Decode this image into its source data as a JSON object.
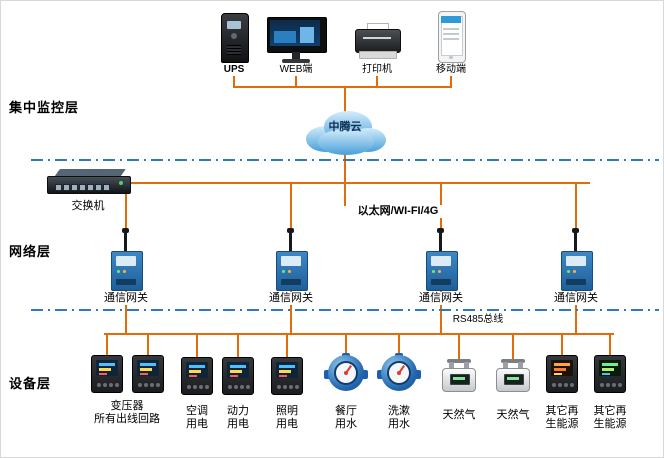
{
  "layers": {
    "monitoring": "集中监控层",
    "network": "网络层",
    "device": "设备层"
  },
  "top_devices": {
    "ups": "UPS",
    "web": "WEB端",
    "printer": "打印机",
    "mobile": "移动端"
  },
  "cloud_label": "中腾云",
  "switch_label": "交换机",
  "ethernet_label": "以太网/WI-FI/4G",
  "gateway_label": "通信网关",
  "rs485_label": "RS485总线",
  "device_labels": {
    "transformer": "变压器\n所有出线回路",
    "ac": "空调\n用电",
    "power": "动力\n用电",
    "lighting": "照明\n用电",
    "restaurant_water": "餐厅\n用水",
    "washing_water": "洗漱\n用水",
    "gas": "天然气",
    "renewable": "其它再\n生能源"
  },
  "colors": {
    "connector": "#E36C0A",
    "separator": "#2E79BE",
    "cloud_top": "#cfeafc",
    "cloud_bottom": "#4aa0d8"
  }
}
